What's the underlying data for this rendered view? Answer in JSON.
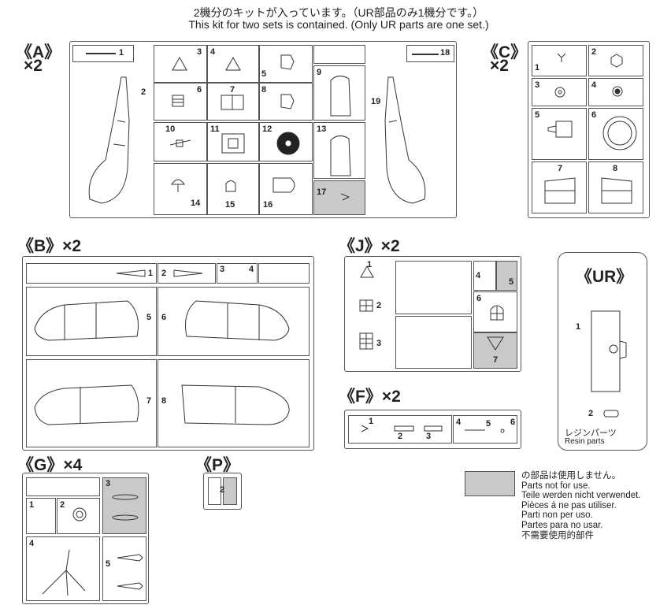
{
  "header": {
    "line_ja": "2機分のキットが入っています。（UR部品のみ1機分です。）",
    "line_en": "This kit for two sets is contained.  (Only UR parts are one set.)"
  },
  "sections": {
    "A": {
      "label": "《A》",
      "qty": "×2",
      "parts": [
        "1",
        "2",
        "3",
        "4",
        "5",
        "6",
        "7",
        "8",
        "9",
        "10",
        "11",
        "12",
        "13",
        "14",
        "15",
        "16",
        "17",
        "18",
        "19"
      ]
    },
    "B": {
      "label": "《B》×2",
      "parts": [
        "1",
        "2",
        "3",
        "4",
        "5",
        "6",
        "7",
        "8"
      ]
    },
    "C": {
      "label": "《C》",
      "qty": "×2",
      "parts": [
        "1",
        "2",
        "3",
        "4",
        "5",
        "6",
        "7",
        "8"
      ]
    },
    "J": {
      "label": "《J》×2",
      "parts": [
        "1",
        "2",
        "3",
        "4",
        "5",
        "6",
        "7"
      ]
    },
    "F": {
      "label": "《F》×2",
      "parts": [
        "1",
        "2",
        "3",
        "4",
        "5",
        "6"
      ]
    },
    "UR": {
      "label": "《UR》",
      "parts": [
        "1",
        "2"
      ],
      "caption_ja": "レジンパーツ",
      "caption_en": "Resin parts"
    },
    "G": {
      "label": "《G》×4",
      "parts": [
        "1",
        "2",
        "3",
        "4",
        "5"
      ]
    },
    "P": {
      "label": "《P》",
      "parts": [
        "2"
      ]
    }
  },
  "legend": {
    "swatch_color": "#c9c9c9",
    "lines": [
      "の部品は使用しません。",
      "Parts not for use.",
      "Teile werden nicht verwendet.",
      "Pièces á ne pas utiliser.",
      "Parti non per uso.",
      "Partes para no usar.",
      "不需要使用的部件"
    ]
  }
}
